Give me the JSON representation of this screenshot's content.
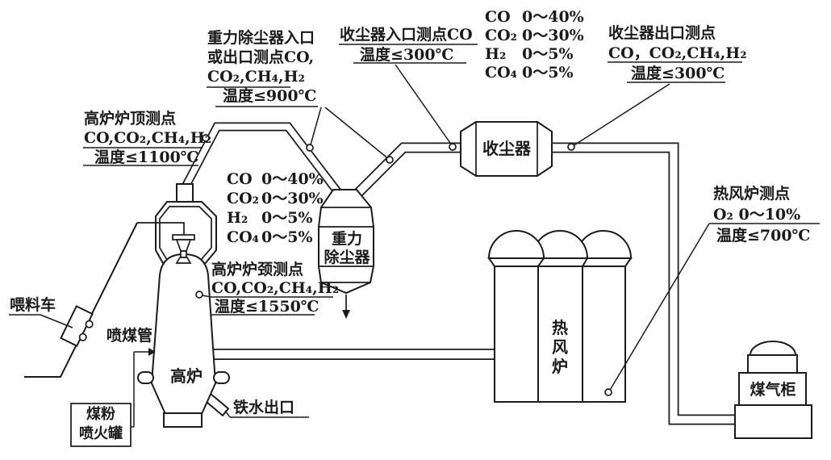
{
  "colors": {
    "ink": "#1b1b1b",
    "background": "#ffffff"
  },
  "callouts": {
    "furnace_top": {
      "lines": [
        "高炉炉顶测点",
        "CO,CO₂,CH₄,H₂",
        "温度≤1100℃"
      ]
    },
    "gravity_collector": {
      "lines": [
        "重力除尘器入口",
        "或出口测点CO,",
        "CO₂,CH₄,H₂",
        "温度≤900℃"
      ]
    },
    "collector_inlet": {
      "lines": [
        "收尘器入口测点CO",
        "温度≤300℃"
      ]
    },
    "collector_outlet": {
      "lines": [
        "收尘器出口测点",
        "CO，CO₂,CH₄,H₂",
        "温度≤300℃"
      ]
    },
    "furnace_neck": {
      "lines": [
        "高炉炉颈测点",
        "CO,CO₂,CH₄,H₂",
        "温度≤1550℃"
      ]
    },
    "hot_blast_stove": {
      "lines": [
        "热风炉测点",
        "O₂ 0～10%",
        "温度≤700℃"
      ]
    }
  },
  "gas_tables": {
    "upper": {
      "rows": [
        [
          "CO",
          "0～40%"
        ],
        [
          "CO₂",
          "0～30%"
        ],
        [
          "H₂",
          "0～5%"
        ],
        [
          "CO₄",
          "0～5%"
        ]
      ]
    },
    "middle": {
      "rows": [
        [
          "CO",
          "0～40%"
        ],
        [
          "CO₂",
          "0～30%"
        ],
        [
          "H₂",
          "0～5%"
        ],
        [
          "CO₄",
          "0～5%"
        ]
      ]
    }
  },
  "equipment": {
    "blast_furnace": "高炉",
    "gravity_collector": [
      "重力",
      "除尘器"
    ],
    "dust_collector": "收尘器",
    "hot_blast_stove": "热风炉",
    "gas_holder": "煤气柜",
    "feed_car": "喂料车",
    "coal_injection_pipe": "喷煤管",
    "coal_powder_tank": [
      "煤粉",
      "喷火罐"
    ],
    "iron_outlet": "铁水出口"
  }
}
